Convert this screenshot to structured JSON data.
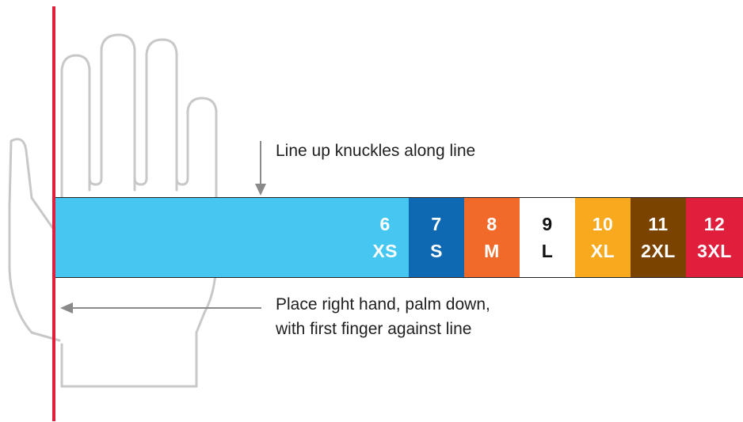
{
  "instructions": {
    "knuckles": "Line up knuckles along line",
    "palm_line1": "Place right hand, palm down,",
    "palm_line2": "with first finger against line"
  },
  "sizes": [
    {
      "number": "6",
      "label": "XS",
      "color": "#45C7F2",
      "text_color": "#ffffff"
    },
    {
      "number": "7",
      "label": "S",
      "color": "#0F68B2",
      "text_color": "#ffffff"
    },
    {
      "number": "8",
      "label": "M",
      "color": "#F26A2A",
      "text_color": "#ffffff"
    },
    {
      "number": "9",
      "label": "L",
      "color": "#ffffff",
      "text_color": "#111111"
    },
    {
      "number": "10",
      "label": "XL",
      "color": "#F9A91E",
      "text_color": "#ffffff"
    },
    {
      "number": "11",
      "label": "2XL",
      "color": "#7A4400",
      "text_color": "#ffffff"
    },
    {
      "number": "12",
      "label": "3XL",
      "color": "#E01F3D",
      "text_color": "#ffffff"
    }
  ],
  "colors": {
    "guide_line": "#E01F3D",
    "hand_outline": "#c8c8c8",
    "arrow": "#8a8a8a"
  }
}
